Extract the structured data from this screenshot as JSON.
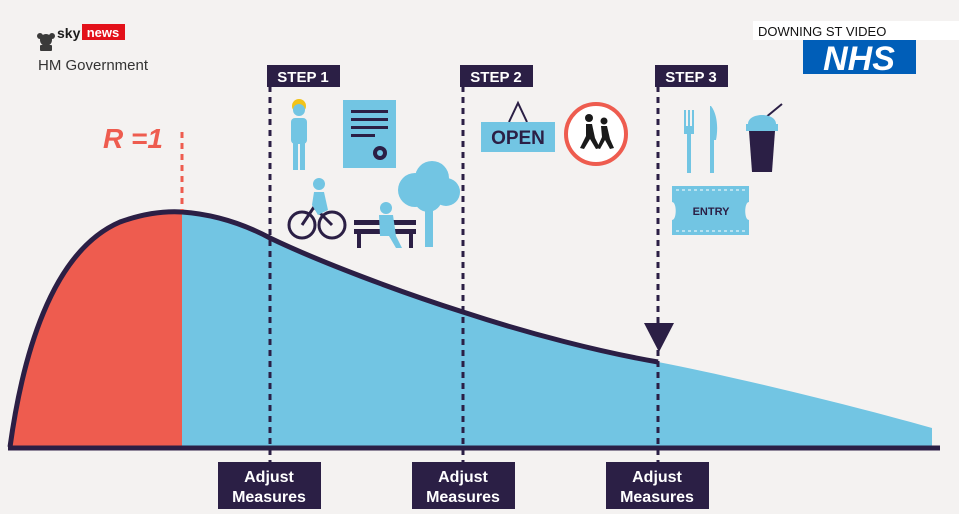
{
  "branding": {
    "sky": "sky",
    "news": "news",
    "government": "HM Government",
    "feed_label": "DOWNING ST VIDEO",
    "nhs": "NHS"
  },
  "r_label": "R =1",
  "steps": [
    {
      "label": "STEP 1",
      "bottom_line1": "Adjust",
      "bottom_line2": "Measures"
    },
    {
      "label": "STEP 2",
      "bottom_line1": "Adjust",
      "bottom_line2": "Measures"
    },
    {
      "label": "STEP 3",
      "bottom_line1": "Adjust",
      "bottom_line2": "Measures"
    }
  ],
  "signs": {
    "open": "OPEN",
    "entry": "ENTRY"
  },
  "colors": {
    "red": "#ee5c4f",
    "blue": "#72c5e3",
    "navy": "#2b1f45",
    "background": "#f4f2f1",
    "sky_red": "#e3111a",
    "nhs_blue": "#005eb8"
  },
  "icons": [
    "worker-icon",
    "certificate-icon",
    "cyclist-icon",
    "bench-icon",
    "tree-icon",
    "open-sign-icon",
    "school-children-icon",
    "cutlery-icon",
    "drink-icon",
    "ticket-icon",
    "arrow-marker-icon"
  ]
}
